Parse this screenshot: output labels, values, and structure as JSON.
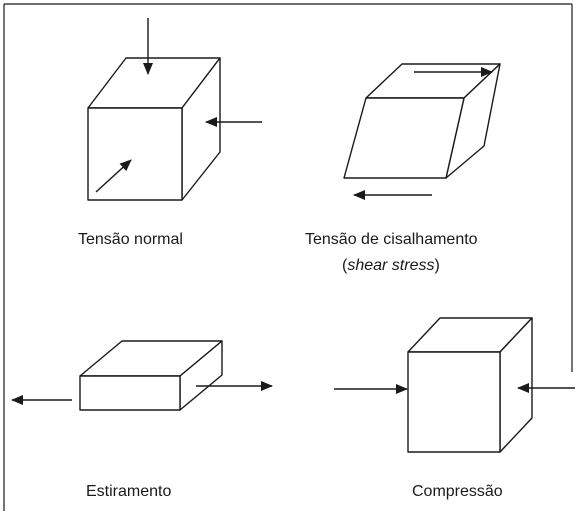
{
  "labels": {
    "normal": "Tensão normal",
    "shear_line1": "Tensão de cisalhamento",
    "shear_open": "(",
    "shear_italic": "shear stress",
    "shear_close": ")",
    "stretch": "Estiramento",
    "compression": "Compressão"
  }
}
